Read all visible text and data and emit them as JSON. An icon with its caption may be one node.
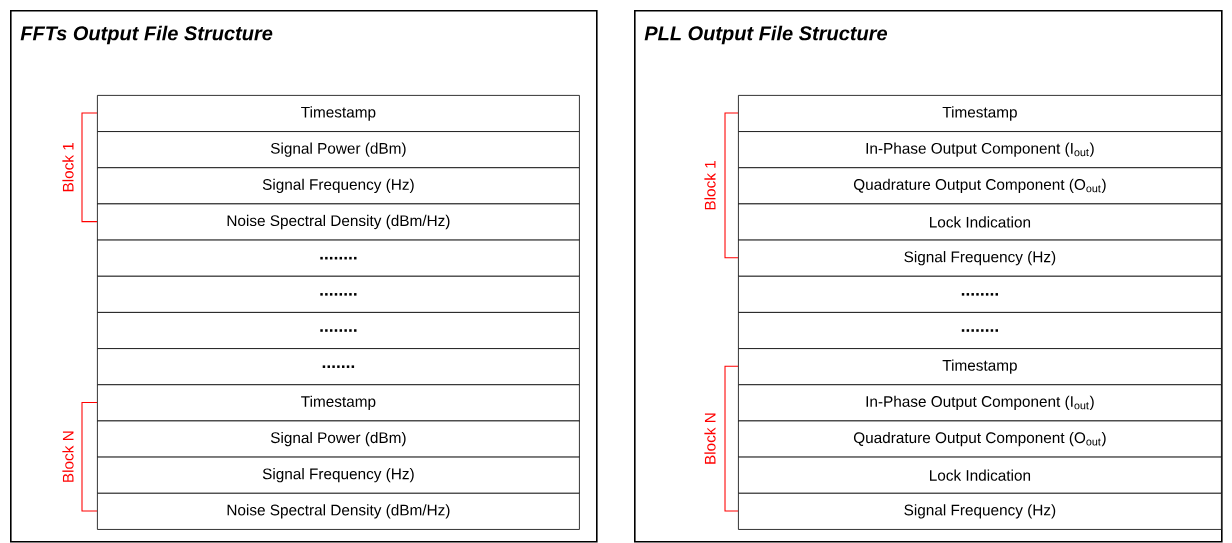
{
  "diagram": {
    "nodes": [
      {
        "text": [
          "FFTs Output File Structure"
        ]
      },
      {
        "text": [
          "Timestamp"
        ],
        "in": 0
      },
      {
        "text": [
          "Signal Power (dBm)"
        ],
        "in": 0
      },
      {
        "text": [
          "Signal Frequency (Hz)"
        ],
        "in": 0
      },
      {
        "text": [
          "Noise Spectral Density (dBm/Hz)"
        ],
        "in": 0
      },
      {
        "text": [
          "........"
        ],
        "in": 0
      },
      {
        "text": [
          "........"
        ],
        "in": 0
      },
      {
        "text": [
          "........"
        ],
        "in": 0
      },
      {
        "text": [
          "......."
        ],
        "in": 0
      },
      {
        "text": [
          "Timestamp"
        ],
        "in": 0
      },
      {
        "text": [
          "Signal Power (dBm)"
        ],
        "in": 0
      },
      {
        "text": [
          "Signal Frequency (Hz)"
        ],
        "in": 0
      },
      {
        "text": [
          "Noise Spectral Density (dBm/Hz)"
        ],
        "in": 0
      },
      {
        "text": [
          "PLL Output File Structure"
        ]
      },
      {
        "text": [
          "Timestamp"
        ],
        "in": 13
      },
      {
        "text": [
          "In-Phase Output Component (I$_{out}$)"
        ],
        "in": 13
      },
      {
        "text": [
          "Quadrature Output Component (O$_{out}$)"
        ],
        "in": 13
      },
      {
        "text": [
          "Lock Indication"
        ],
        "in": 13
      },
      {
        "text": [
          "Signal Frequency (Hz)"
        ],
        "in": 13
      },
      {
        "text": [
          "........"
        ],
        "in": 13
      },
      {
        "text": [
          "........"
        ],
        "in": 13
      },
      {
        "text": [
          "Timestamp"
        ],
        "in": 13
      },
      {
        "text": [
          "In-Phase Output Component (I$_{out}$)"
        ],
        "in": 13
      },
      {
        "text": [
          "Quadrature Output Component (O$_{out}$)"
        ],
        "in": 13
      },
      {
        "text": [
          "Lock Indication"
        ],
        "in": 13
      },
      {
        "text": [
          "Signal Frequency (Hz)"
        ],
        "in": 13
      }
    ],
    "labels": [
      "Block 1",
      "Block N",
      "Block 1",
      "Block N"
    ]
  }
}
